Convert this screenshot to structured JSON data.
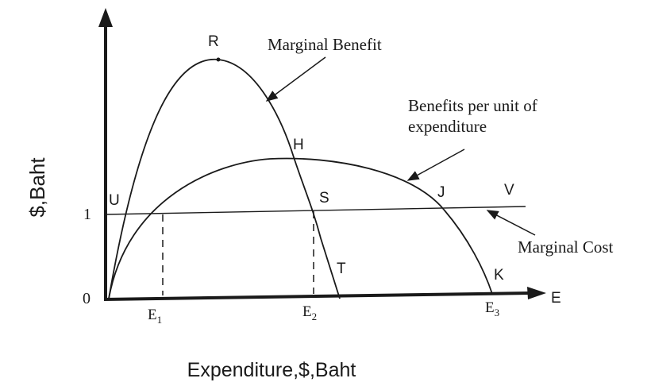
{
  "axes": {
    "y_label": "$,Baht",
    "x_label": "Expenditure,$,Baht",
    "x_end_label": "E",
    "origin_label": "0",
    "y_one_label": "1"
  },
  "points": {
    "R": "R",
    "H": "H",
    "U": "U",
    "S": "S",
    "J": "J",
    "V": "V",
    "T": "T",
    "K": "K"
  },
  "ticks": {
    "E1": {
      "base": "E",
      "sub": "1"
    },
    "E2": {
      "base": "E",
      "sub": "2"
    },
    "E3": {
      "base": "E",
      "sub": "3"
    }
  },
  "annotations": {
    "marginal_benefit": "Marginal Benefit",
    "benefits_per_unit_line1": "Benefits per unit of",
    "benefits_per_unit_line2": "expenditure",
    "marginal_cost": "Marginal Cost"
  }
}
